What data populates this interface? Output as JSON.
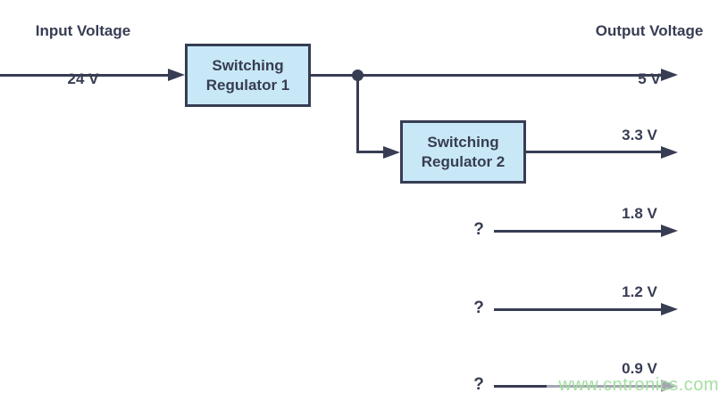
{
  "colors": {
    "ink": "#373d53",
    "regulator_box_fill": "#c8e8f7",
    "regulator_box_border": "#373d53",
    "watermark_green": "#a4dfa1",
    "background": "#ffffff"
  },
  "input": {
    "label": "Input Voltage",
    "value": "24 V"
  },
  "output_header": {
    "label": "Output Voltage",
    "value": "5 V"
  },
  "regulator1": {
    "name": "Switching Regulator 1"
  },
  "regulator2": {
    "name": "Switching Regulator 2"
  },
  "reg2_output": {
    "voltage": "3.3 V"
  },
  "rows": [
    {
      "question": "?",
      "voltage": "1.8 V"
    },
    {
      "question": "?",
      "voltage": "1.2 V"
    },
    {
      "question": "?",
      "voltage": "0.9 V"
    }
  ],
  "watermark": {
    "text": "www.cntronics.com"
  }
}
